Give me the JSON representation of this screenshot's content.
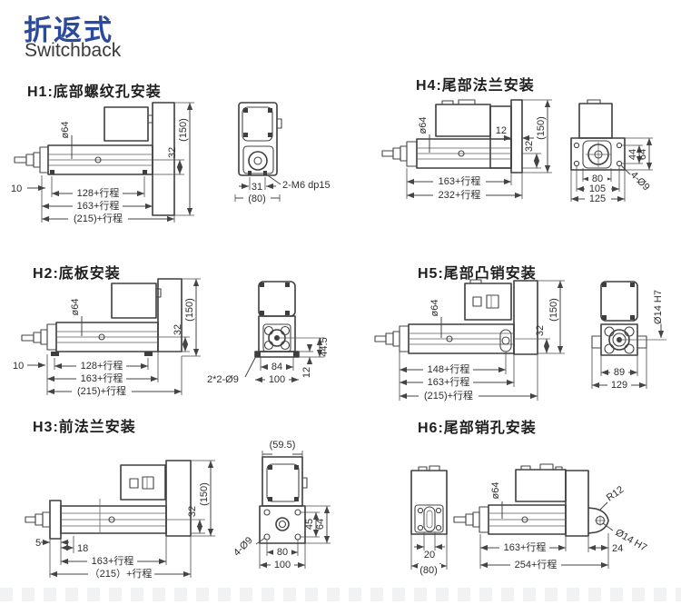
{
  "header": {
    "title_cn": "折返式",
    "title_en": "Switchback"
  },
  "colors": {
    "accent": "#2b4a9b",
    "line": "#3e3e3e"
  },
  "panels": {
    "h1": {
      "title": "H1:底部螺纹孔安装",
      "side": {
        "bore": "ø64",
        "half": "32",
        "total": "(150)",
        "front": "10",
        "row1": "128+行程",
        "row2": "163+行程",
        "row3": "(215)+行程"
      },
      "end": {
        "w1": "31",
        "w2": "(80)",
        "note": "2-M6 dp15"
      }
    },
    "h2": {
      "title": "H2:底板安装",
      "side": {
        "bore": "ø64",
        "half": "32",
        "total": "(150)",
        "front": "10",
        "row1": "128+行程",
        "row2": "163+行程",
        "row3": "(215)+行程"
      },
      "end": {
        "note": "2*2-Ø9",
        "w1": "84",
        "w2": "100",
        "base": "12",
        "axis": "44.5"
      }
    },
    "h3": {
      "title": "H3:前法兰安装",
      "side": {
        "flange": "5",
        "front": "18",
        "row2": "163+行程",
        "row3": "（215）+行程",
        "half": "32",
        "total": "(150)"
      },
      "end": {
        "top": "(59.5)",
        "v1": "45",
        "v2": "64",
        "w1": "80",
        "w2": "100",
        "note": "4-Ø9"
      }
    },
    "h4": {
      "title": "H4:尾部法兰安装",
      "side": {
        "bore": "ø64",
        "plate": "12",
        "half": "32",
        "total": "(150)",
        "row1": "163+行程",
        "row2": "232+行程"
      },
      "end": {
        "w1": "80",
        "w2": "105",
        "w3": "125",
        "v1": "44",
        "v2": "64",
        "note": "4-Ø9"
      }
    },
    "h5": {
      "title": "H5:尾部凸销安装",
      "side": {
        "bore": "ø64",
        "half": "32",
        "total": "(150)",
        "row1": "148+行程",
        "row2": "163+行程",
        "row3": "(215)+行程"
      },
      "end": {
        "w1": "89",
        "w2": "129",
        "pin": "Ø14 H7"
      }
    },
    "h6": {
      "title": "H6:尾部销孔安装",
      "end": {
        "slot": "20",
        "w": "(80)"
      },
      "side": {
        "bore": "ø64",
        "r": "R12",
        "pin": "Ø14 H7",
        "tail": "24",
        "row1": "163+行程",
        "row2": "254+行程"
      }
    }
  }
}
